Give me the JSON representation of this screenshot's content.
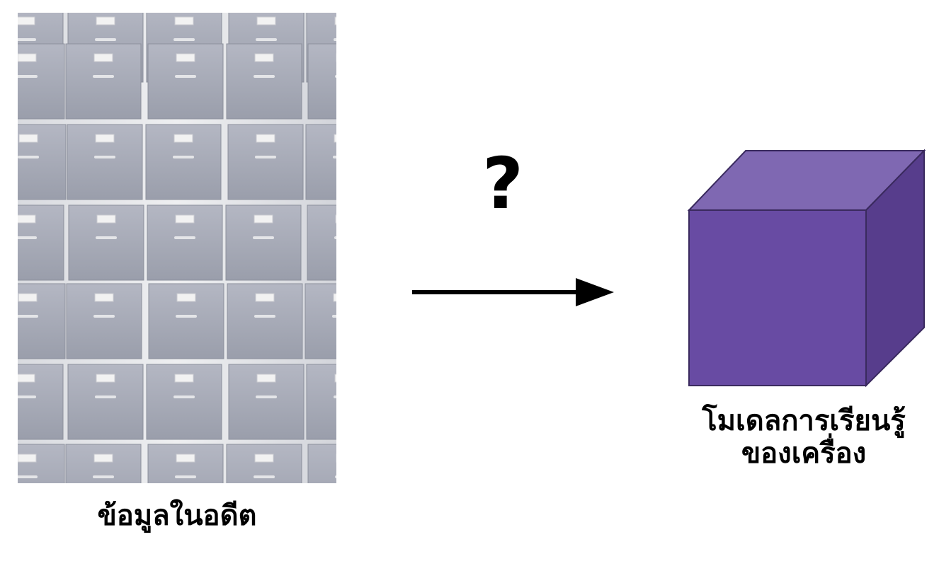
{
  "diagram": {
    "past_data_label": "ข้อมูลในอดีต",
    "question_mark": "?",
    "model_label_line1": "โมเดลการเรียนรู้",
    "model_label_line2": "ของเครื่อง"
  },
  "colors": {
    "cube_front": "#684ba3",
    "cube_top": "#7f68b2",
    "cube_side": "#573d8c",
    "cube_edge": "#3a2a5e",
    "drawer_face": "#a5a9b6",
    "drawer_frame": "#e6e7ea",
    "arrow": "#000000"
  },
  "icons": {
    "storage": "filing-cabinet-wall",
    "model": "cube-box"
  }
}
